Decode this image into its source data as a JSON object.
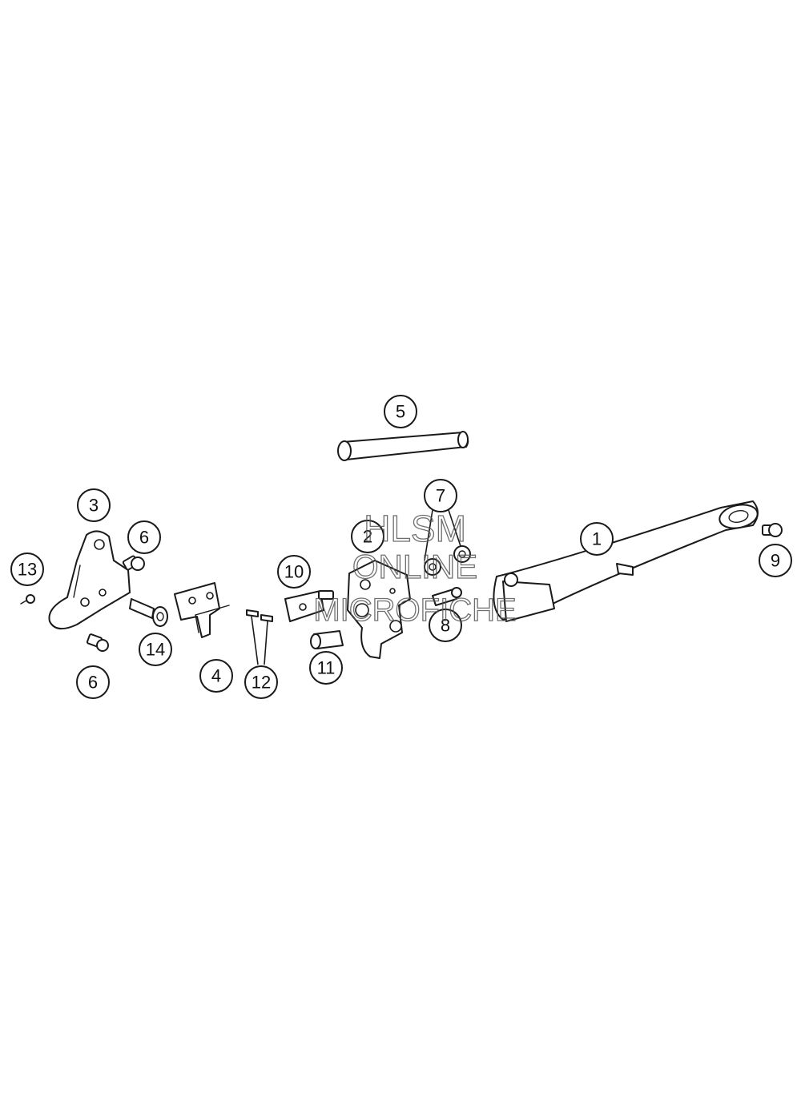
{
  "callouts": [
    {
      "id": "c1",
      "label": "1"
    },
    {
      "id": "c2",
      "label": "2"
    },
    {
      "id": "c3",
      "label": "3"
    },
    {
      "id": "c4",
      "label": "4"
    },
    {
      "id": "c5",
      "label": "5"
    },
    {
      "id": "c6a",
      "label": "6"
    },
    {
      "id": "c6b",
      "label": "6"
    },
    {
      "id": "c7",
      "label": "7"
    },
    {
      "id": "c8",
      "label": "8"
    },
    {
      "id": "c9",
      "label": "9"
    },
    {
      "id": "c10",
      "label": "10"
    },
    {
      "id": "c11",
      "label": "11"
    },
    {
      "id": "c12",
      "label": "12"
    },
    {
      "id": "c13",
      "label": "13"
    },
    {
      "id": "c14",
      "label": "14"
    }
  ],
  "watermark": {
    "line1": "HLSM",
    "line2": "ONLINE",
    "line3": "MICROFICHE"
  }
}
